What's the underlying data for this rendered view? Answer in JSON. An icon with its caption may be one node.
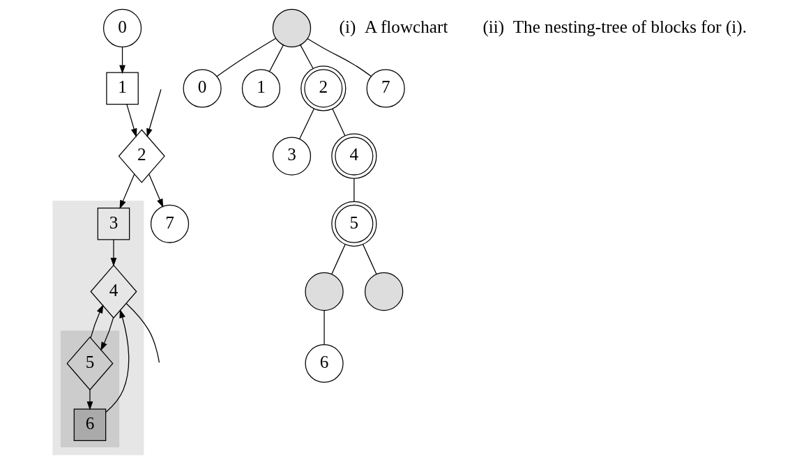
{
  "diagram": {
    "nodes": [
      {
        "text": [
          "0"
        ]
      },
      {
        "text": [
          "1"
        ]
      },
      {
        "text": [
          "2"
        ]
      },
      {
        "text": [],
        "shape": "box"
      },
      {
        "text": [
          "3"
        ],
        "in": 3
      },
      {
        "text": [
          "7"
        ]
      },
      {
        "text": [
          "4"
        ],
        "in": 3
      },
      {
        "text": [],
        "shape": "box",
        "in": 3
      },
      {
        "text": [
          "5"
        ],
        "in": 7
      },
      {
        "text": [
          "6"
        ],
        "in": 7
      },
      {
        "text": [],
        "shape": "circle"
      },
      {
        "text": [
          "0"
        ]
      },
      {
        "text": [
          "1"
        ]
      },
      {
        "text": [
          "2"
        ]
      },
      {
        "text": [
          "7"
        ]
      },
      {
        "text": [
          "3"
        ]
      },
      {
        "text": [
          "4"
        ]
      },
      {
        "text": [
          "5"
        ]
      },
      {
        "text": [],
        "shape": "circle"
      },
      {
        "text": [],
        "shape": "circle"
      },
      {
        "text": [
          "6"
        ]
      }
    ],
    "edges": [
      {
        "from": 0,
        "to": 1,
        "arrow": "to"
      },
      {
        "from": 1,
        "to": 2,
        "arrow": "to"
      },
      {
        "from": 2,
        "to": 4,
        "arrow": "to"
      },
      {
        "from": 2,
        "to": 5,
        "arrow": "to"
      },
      {
        "from": 4,
        "to": 6,
        "arrow": "to"
      },
      {
        "from": 6,
        "to": 8,
        "arrow": "to"
      },
      {
        "from": 8,
        "to": 9,
        "arrow": "to"
      },
      {
        "from": 9,
        "to": 6,
        "arrow": "to"
      },
      {
        "from": 8,
        "to": 6,
        "arrow": "to"
      },
      {
        "from": 6,
        "to": null,
        "arrow": "none"
      },
      {
        "from": null,
        "to": 2,
        "arrow": "to"
      },
      {
        "from": 10,
        "to": 11,
        "arrow": "none"
      },
      {
        "from": 10,
        "to": 12,
        "arrow": "none"
      },
      {
        "from": 10,
        "to": 13,
        "arrow": "none"
      },
      {
        "from": 10,
        "to": 14,
        "arrow": "none"
      },
      {
        "from": 13,
        "to": 15,
        "arrow": "none"
      },
      {
        "from": 13,
        "to": 16,
        "arrow": "none"
      },
      {
        "from": 16,
        "to": 17,
        "arrow": "none"
      },
      {
        "from": 17,
        "to": 18,
        "arrow": "none"
      },
      {
        "from": 17,
        "to": 19,
        "arrow": "none"
      },
      {
        "from": 18,
        "to": 20,
        "arrow": "none"
      }
    ],
    "labels": [
      "(i)  A flowchart",
      "(ii)  The nesting-tree of blocks for (i)."
    ]
  }
}
